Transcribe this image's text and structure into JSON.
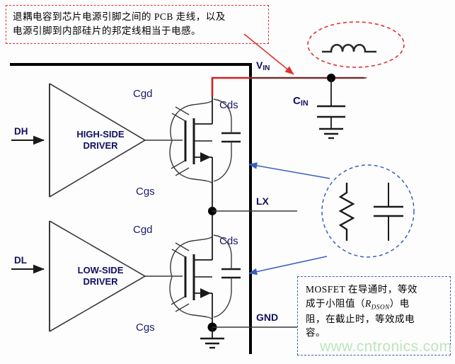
{
  "diagram": {
    "title": "MOSFET driver parasitic elements schematic",
    "colors": {
      "wire": "#3a3a3a",
      "chip_boundary": "#000000",
      "red_trace": "#d42020",
      "red_annotation": "#e03030",
      "blue_annotation": "#3b5fc0",
      "label_blue": "#1a1a6e",
      "watermark": "#bfe3bf"
    }
  },
  "notes": {
    "top": {
      "line1": "退耦电容到芯片电源引脚之间的 PCB 走线，以及",
      "line2": "电源引脚到内部硅片的邦定线相当于电感。",
      "border_color": "#e03030",
      "border_style": "dashed"
    },
    "bottom": {
      "line1": "MOSFET 在导通时，等效",
      "line2_pre": "成于小阻值（",
      "line2_sym": "R",
      "line2_sub": "DSON",
      "line2_post": "）电",
      "line3": "阻，在截止时，等效成电",
      "line4": "容。",
      "border_color": "#3b5fc0",
      "border_style": "dashed"
    }
  },
  "callouts": {
    "inductor": {
      "name": "inductor-symbol",
      "coils": 3,
      "ellipse_color": "#e03030"
    },
    "rc_equivalent": {
      "name": "resistor-capacitor-equivalent",
      "circle_color": "#3b5fc0",
      "elements": [
        "resistor",
        "capacitor"
      ]
    }
  },
  "drivers": [
    {
      "id": "high-side",
      "label_line1": "HIGH-SIDE",
      "label_line2": "DRIVER",
      "input_pin": "DH"
    },
    {
      "id": "low-side",
      "label_line1": "LOW-SIDE",
      "label_line2": "DRIVER",
      "input_pin": "DL"
    }
  ],
  "mosfets": [
    {
      "id": "high-side-fet",
      "cgd": "Cgd",
      "cds": "Cds",
      "cgs": "Cgs"
    },
    {
      "id": "low-side-fet",
      "cgd": "Cgd",
      "cds": "Cds",
      "cgs": "Cgs"
    }
  ],
  "nodes": {
    "vin": {
      "main": "V",
      "sub": "IN"
    },
    "lx": {
      "main": "LX"
    },
    "gnd": {
      "main": "GND"
    }
  },
  "components": {
    "cin": {
      "main": "C",
      "sub": "IN"
    }
  },
  "watermark": "www.cntronics.com"
}
